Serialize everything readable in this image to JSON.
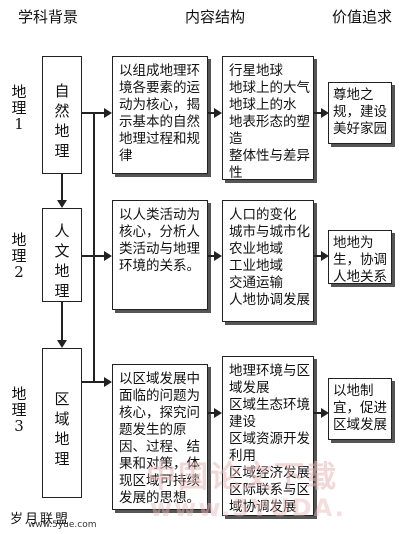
{
  "headers": {
    "col1": "学科背景",
    "col2": "内容结构",
    "col3": "价值追求"
  },
  "rows": [
    {
      "side_label": "地理1",
      "subject": "自然地理",
      "focus": "以组成地理环境各要素的运动为核心，揭示基本的自然地理过程和规律",
      "topics": [
        "行星地球",
        "地球上的大气",
        "地球上的水",
        "地表形态的塑造",
        "整体性与差异性"
      ],
      "value": "尊地之规，建设美好家园"
    },
    {
      "side_label": "地理2",
      "subject": "人文地理",
      "focus": "以人类活动为核心，分析人类活动与地理环境的关系。",
      "topics": [
        "人口的变化",
        "城市与城市化",
        "农业地域",
        "工业地域",
        "交通运输",
        "人地协调发展"
      ],
      "value": "地地为生，协调人地关系"
    },
    {
      "side_label": "地理3",
      "subject": "区域地理",
      "focus": "以区域发展中面临的问题为核心，探究问题发生的原因、过程、结果和对策，体现区域可持续发展的思想。",
      "topics": [
        "地理环境与区域发展",
        "区域生态环境建设",
        "区域资源开发利用",
        "区域经济发展",
        "区际联系与区域协调发展"
      ],
      "value": "以地制宜，促进区域发展"
    }
  ],
  "watermark": {
    "cn": "中国论文下载",
    "en": "www.5YUDA."
  },
  "footer": "岁月联盟",
  "footer_url": "www.5yue.com"
}
